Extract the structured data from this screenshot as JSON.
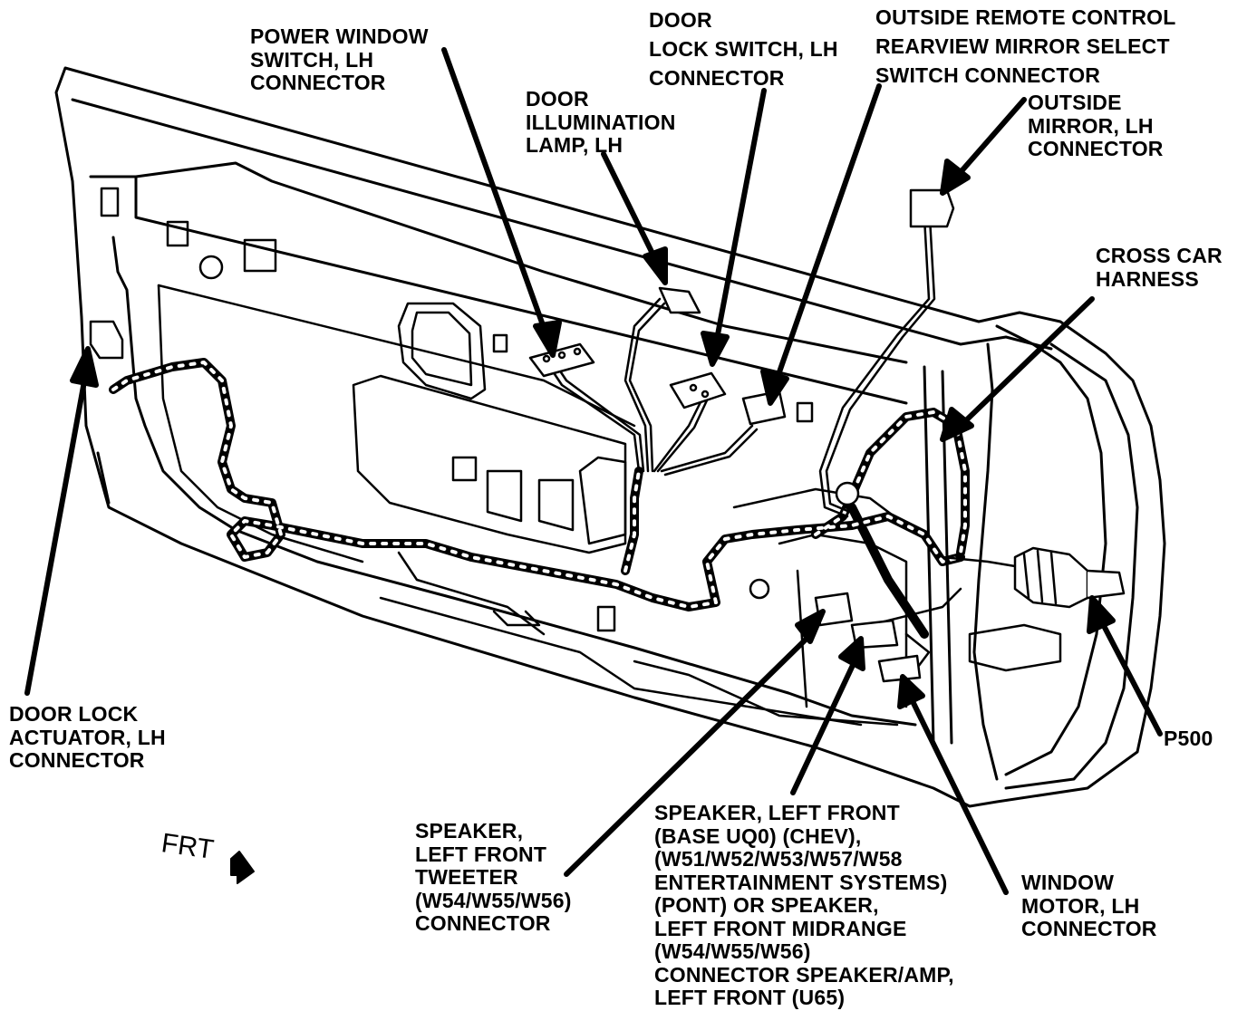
{
  "labels": {
    "power_window_switch": [
      "POWER WINDOW",
      "SWITCH, LH",
      "CONNECTOR"
    ],
    "door_illumination_lamp": [
      "DOOR",
      "ILLUMINATION",
      "LAMP, LH"
    ],
    "door_lock_switch": [
      "DOOR",
      "LOCK SWITCH, LH",
      "CONNECTOR"
    ],
    "mirror_select_switch": [
      "OUTSIDE REMOTE CONTROL",
      "REARVIEW MIRROR SELECT",
      "SWITCH CONNECTOR"
    ],
    "outside_mirror": [
      "OUTSIDE",
      "MIRROR, LH",
      "CONNECTOR"
    ],
    "cross_car_harness": [
      "CROSS CAR",
      "HARNESS"
    ],
    "door_lock_actuator": [
      "DOOR LOCK",
      "ACTUATOR, LH",
      "CONNECTOR"
    ],
    "p500": [
      "P500"
    ],
    "tweeter": [
      "SPEAKER,",
      "LEFT FRONT",
      "TWEETER",
      "(W54/W55/W56)",
      "CONNECTOR"
    ],
    "speaker_left_front": [
      "SPEAKER, LEFT FRONT",
      "(BASE UQ0) (CHEV),",
      "(W51/W52/W53/W57/W58",
      "ENTERTAINMENT SYSTEMS)",
      "(PONT) OR SPEAKER,",
      "LEFT FRONT  MIDRANGE",
      "(W54/W55/W56)",
      "CONNECTOR SPEAKER/AMP,",
      "LEFT FRONT (U65)"
    ],
    "window_motor": [
      "WINDOW",
      "MOTOR, LH",
      "CONNECTOR"
    ]
  },
  "orientation": "FRT"
}
